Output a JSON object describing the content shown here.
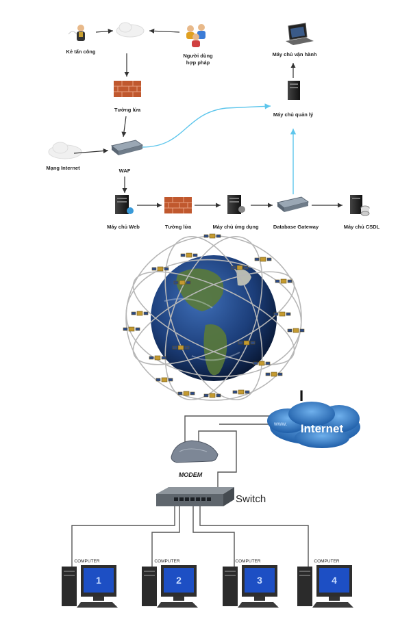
{
  "diagram1": {
    "nodes": {
      "attacker": "Kẻ tấn công",
      "legit_user_line1": "Người dùng",
      "legit_user_line2": "hợp pháp",
      "firewall_top": "Tường lửa",
      "internet": "Mạng Internet",
      "waf": "WAF",
      "web_server": "Máy chủ Web",
      "firewall_bottom": "Tường lửa",
      "app_server": "Máy chủ ứng dụng",
      "db_gateway": "Database Gateway",
      "db_server": "Máy chủ CSDL",
      "mgmt_server": "Máy chủ quản lý",
      "ops_server": "Máy chủ vận hành"
    },
    "colors": {
      "firewall": "#c0582e",
      "cyan_arrow": "#5ec6ec",
      "arrow": "#333333"
    }
  },
  "globe": {
    "colors": {
      "ocean": "#1c3e7a",
      "land": "#5a7a3a",
      "orbit": "#b7b7b7"
    }
  },
  "divider_mark": "I",
  "network": {
    "cloud_label": "Internet",
    "cloud_small_text": "www.",
    "modem_label": "MODEM",
    "switch_label": "Switch",
    "computers": [
      {
        "label": "COMPUTER",
        "number": "1"
      },
      {
        "label": "COMPUTER",
        "number": "2"
      },
      {
        "label": "COMPUTER",
        "number": "3"
      },
      {
        "label": "COMPUTER",
        "number": "4"
      }
    ],
    "colors": {
      "cloud": "#3a7fc4",
      "screen": "#1d4fc4"
    }
  }
}
